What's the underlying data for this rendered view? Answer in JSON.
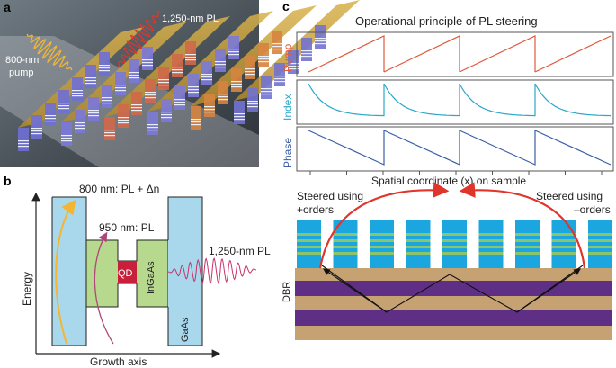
{
  "panel_a": {
    "label": "a",
    "pump_label_line1": "800-nm",
    "pump_label_line2": "pump",
    "pl_label": "1,250-nm PL"
  },
  "panel_b": {
    "label": "b",
    "top_label": "800 nm: PL + Δn",
    "mid_label": "950 nm: PL",
    "qd_label": "QD",
    "ingaas_label": "InGaAs",
    "gaas_label": "GaAs",
    "pl_label": "1,250-nm PL",
    "y_axis": "Energy",
    "x_axis": "Growth axis"
  },
  "panel_c": {
    "label": "c",
    "title": "Operational principle of PL steering",
    "row_labels": {
      "pump": "Pump",
      "index": "Index",
      "phase": "Phase"
    },
    "x_axis": "Spatial coordinate (x) on sample",
    "steer_left_l1": "Steered  using",
    "steer_left_l2": "+orders",
    "steer_right_l1": "Steered  using",
    "steer_right_l2": "–orders",
    "dbr_label": "DBR"
  },
  "colors": {
    "pump": "#e05a3c",
    "index": "#2aa7c9",
    "phase": "#3a5fa8",
    "pillar": "#1ba6e0",
    "pillar_stripe": "#8bc56b",
    "dbr_tan": "#c6a273",
    "dbr_purple": "#5f2f86",
    "arrow_red": "#e0352b",
    "band_blue": "#a9d8ec",
    "band_green": "#b7d98d",
    "qd_red": "#c8203a"
  }
}
